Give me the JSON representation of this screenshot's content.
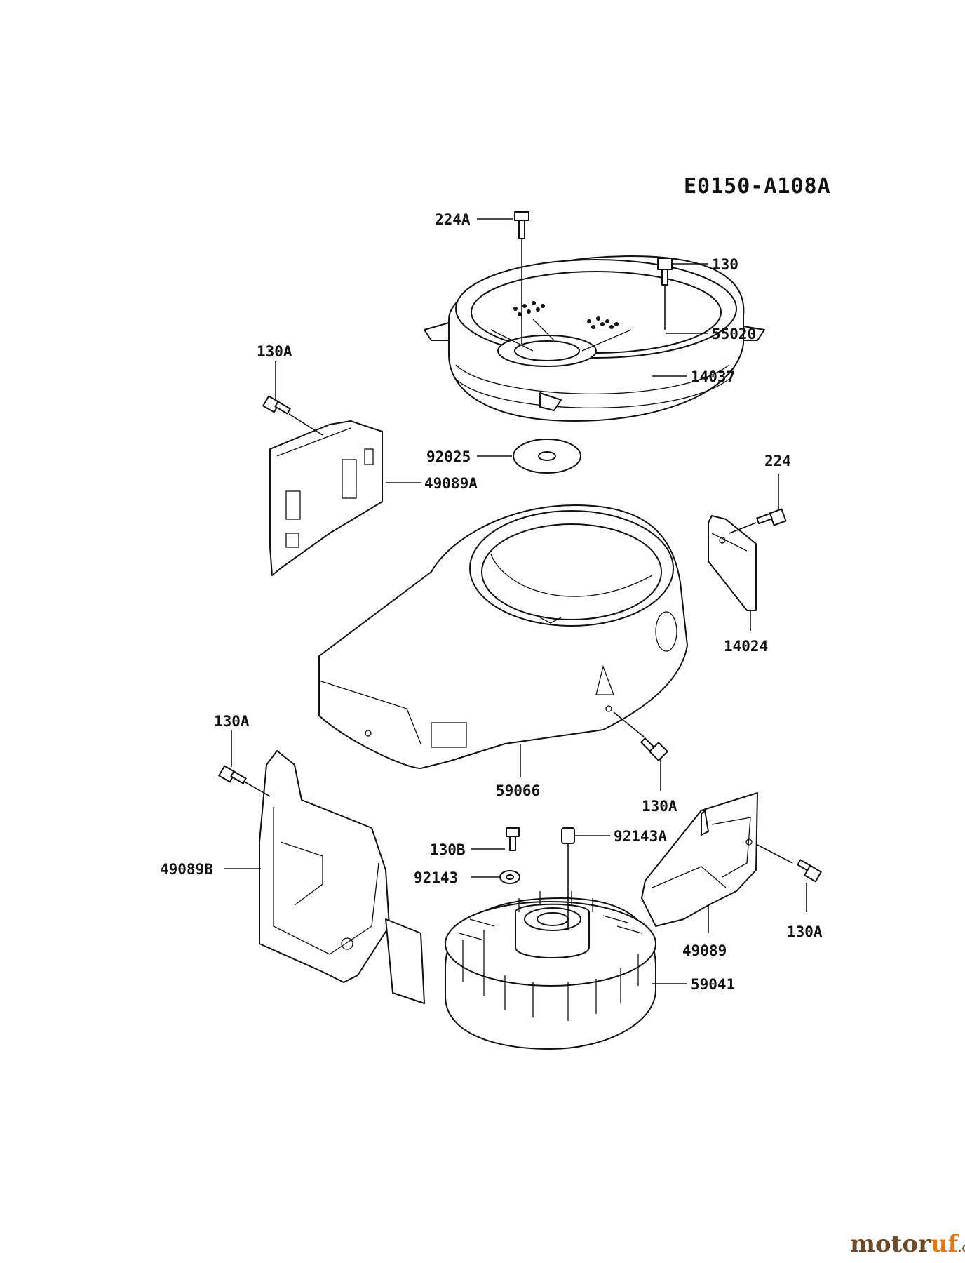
{
  "diagram": {
    "code": "E0150-A108A",
    "labels": {
      "p224A": "224A",
      "p130": "130",
      "p55020": "55020",
      "p14037": "14037",
      "p130A_top": "130A",
      "p92025": "92025",
      "p49089A": "49089A",
      "p224": "224",
      "p14024": "14024",
      "p130A_left": "130A",
      "p59066": "59066",
      "p130A_mid": "130A",
      "p130B": "130B",
      "p92143A": "92143A",
      "p92143": "92143",
      "p49089B": "49089B",
      "p49089": "49089",
      "p130A_right": "130A",
      "p59041": "59041"
    }
  },
  "watermark": {
    "part1": "motor",
    "part2": "uf",
    "suffix": ".de"
  }
}
